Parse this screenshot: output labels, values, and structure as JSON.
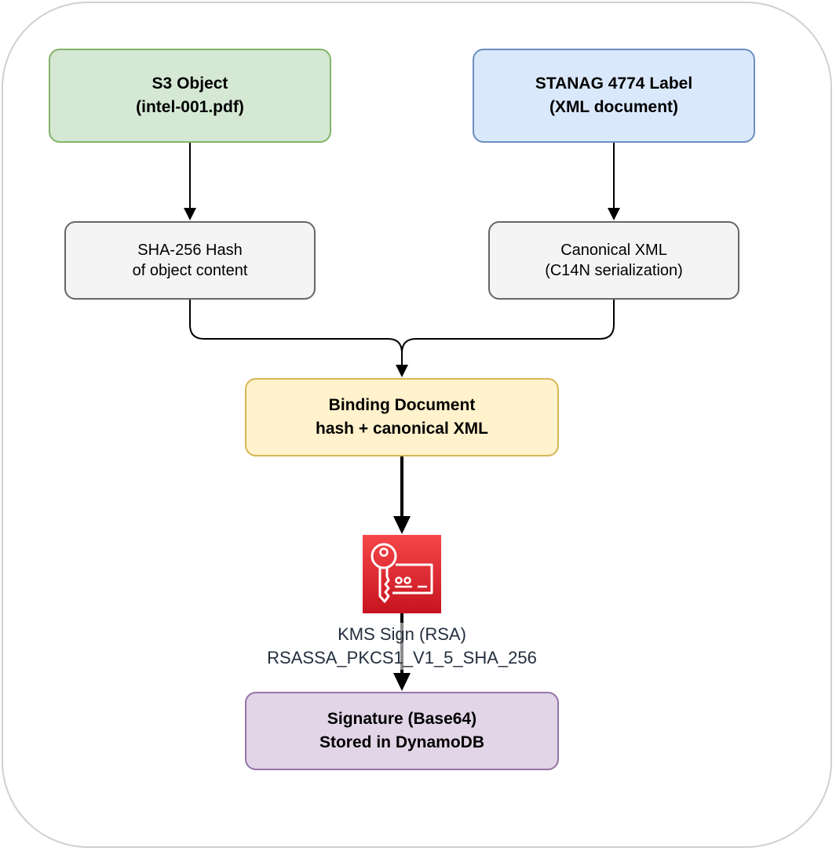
{
  "nodes": {
    "s3_object": {
      "line1": "S3 Object",
      "line2": "(intel-001.pdf)"
    },
    "stanag_label": {
      "line1": "STANAG 4774 Label",
      "line2": "(XML document)"
    },
    "sha_hash": {
      "line1": "SHA-256 Hash",
      "line2": "of object content"
    },
    "canonical_xml": {
      "line1": "Canonical XML",
      "line2": "(C14N serialization)"
    },
    "binding_document": {
      "line1": "Binding Document",
      "line2": "hash + canonical XML"
    },
    "kms_sign": {
      "line1": "KMS Sign (RSA)",
      "line2": "RSASSA_PKCS1_V1_5_SHA_256",
      "icon": "kms-key-icon"
    },
    "signature": {
      "line1": "Signature (Base64)",
      "line2": "Stored in DynamoDB"
    }
  },
  "colors": {
    "green_fill": "#d5e8d4",
    "green_stroke": "#82b366",
    "blue_fill": "#dae8fc",
    "blue_stroke": "#6c8ebf",
    "gray_fill": "#f4f4f4",
    "gray_stroke": "#666666",
    "yellow_fill": "#fff2cc",
    "yellow_stroke": "#d6b656",
    "purple_fill": "#e1d5e7",
    "purple_stroke": "#9673a6",
    "kms_red_top": "#f54749",
    "kms_red_bottom": "#c7131f"
  }
}
